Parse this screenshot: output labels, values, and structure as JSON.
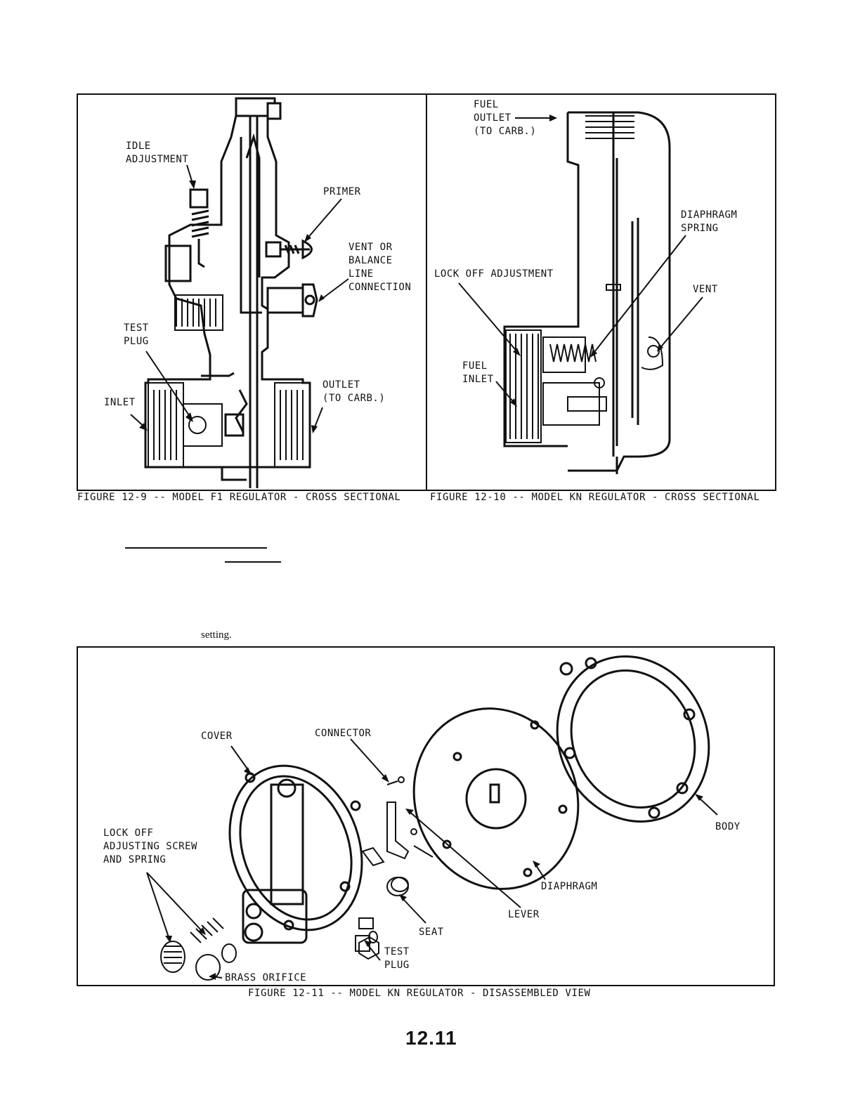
{
  "figures": {
    "fig9": {
      "caption": "FIGURE 12-9 -- MODEL F1 REGULATOR - CROSS SECTIONAL",
      "labels": {
        "idle": "IDLE\nADJUSTMENT",
        "primer": "PRIMER",
        "vent": "VENT OR\nBALANCE\nLINE\nCONNECTION",
        "test_plug": "TEST\nPLUG",
        "inlet": "INLET",
        "outlet": "OUTLET\n(TO CARB.)"
      }
    },
    "fig10": {
      "caption": "FIGURE 12-10 -- MODEL KN REGULATOR - CROSS SECTIONAL",
      "labels": {
        "fuel_outlet": "FUEL\nOUTLET\n(TO CARB.)",
        "diaphragm_spring": "DIAPHRAGM\nSPRING",
        "lock_off": "LOCK OFF ADJUSTMENT",
        "vent": "VENT",
        "fuel_inlet": "FUEL\nINLET"
      }
    },
    "fig11": {
      "caption": "FIGURE 12-11 -- MODEL KN REGULATOR - DISASSEMBLED VIEW",
      "labels": {
        "cover": "COVER",
        "connector": "CONNECTOR",
        "body": "BODY",
        "lock_off_screw": "LOCK OFF\nADJUSTING SCREW\nAND SPRING",
        "diaphragm": "DIAPHRAGM",
        "lever": "LEVER",
        "seat": "SEAT",
        "test_plug": "TEST\nPLUG",
        "brass_orifice": "BRASS ORIFICE"
      }
    }
  },
  "body_text": {
    "setting": "setting."
  },
  "page_number": "12.11"
}
